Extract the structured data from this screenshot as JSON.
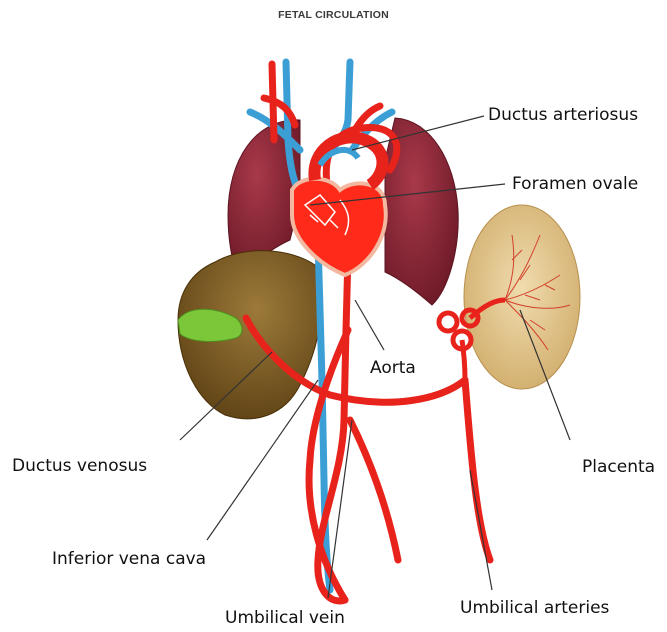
{
  "title": "FETAL CIRCULATION",
  "labels": {
    "ductus_arteriosus": "Ductus arteriosus",
    "foramen_ovale": "Foramen ovale",
    "aorta": "Aorta",
    "placenta": "Placenta",
    "ductus_venosus": "Ductus venosus",
    "inferior_vena_cava": "Inferior vena cava",
    "umbilical_vein": "Umbilical vein",
    "umbilical_arteries": "Umbilical arteries"
  },
  "colors": {
    "artery_red": "#e8231c",
    "vein_blue": "#3b9fd6",
    "lung": "#8b2434",
    "liver": "#7a5a1f",
    "placenta": "#e6c98f",
    "gallbladder": "#7cc63a",
    "heart_outline": "#f2b8a0"
  }
}
